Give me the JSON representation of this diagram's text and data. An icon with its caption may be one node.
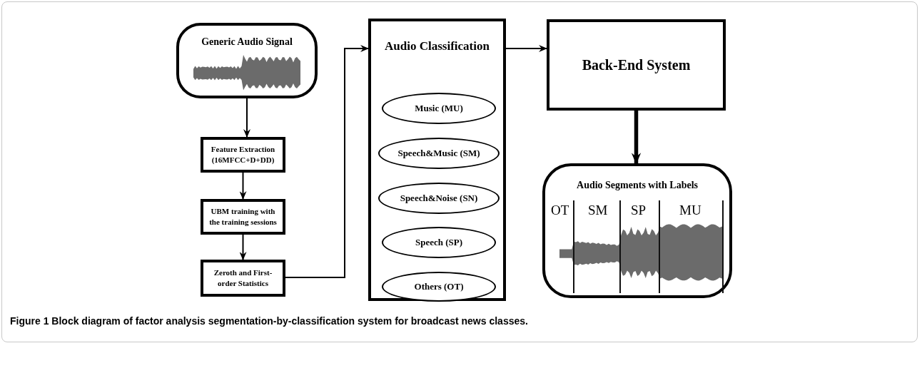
{
  "diagram": {
    "caption": "Figure 1 Block diagram of factor analysis segmentation-by-classification system for broadcast news classes.",
    "nodes": [
      {
        "text": [
          "Generic Audio Signal"
        ]
      },
      {
        "text": [
          "Feature Extraction (16MFCC+D+DD)"
        ]
      },
      {
        "text": [
          "UBM training with the training sessions"
        ]
      },
      {
        "text": [
          "Zeroth and First-order Statistics"
        ]
      },
      {
        "text": [
          "Audio Classification"
        ]
      },
      {
        "text": [
          "Music (MU)"
        ],
        "in": 4
      },
      {
        "text": [
          "Speech&Music (SM)"
        ],
        "in": 4
      },
      {
        "text": [
          "Speech&Noise (SN)"
        ],
        "in": 4
      },
      {
        "text": [
          "Speech (SP)"
        ],
        "in": 4
      },
      {
        "text": [
          "Others (OT)"
        ],
        "in": 4
      },
      {
        "text": [
          "Back-End System"
        ]
      },
      {
        "text": [
          "Audio Segments with Labels",
          "OT",
          "SM",
          "SP",
          "MU"
        ]
      }
    ],
    "edges": [
      {
        "from": 0,
        "to": 1,
        "arrow": "to"
      },
      {
        "from": 1,
        "to": 2,
        "arrow": "to"
      },
      {
        "from": 2,
        "to": 3,
        "arrow": "to"
      },
      {
        "from": 3,
        "to": 4,
        "arrow": "to"
      },
      {
        "from": 4,
        "to": 10,
        "arrow": "to"
      },
      {
        "from": 10,
        "to": 11,
        "arrow": "to",
        "style": "thick"
      }
    ]
  }
}
